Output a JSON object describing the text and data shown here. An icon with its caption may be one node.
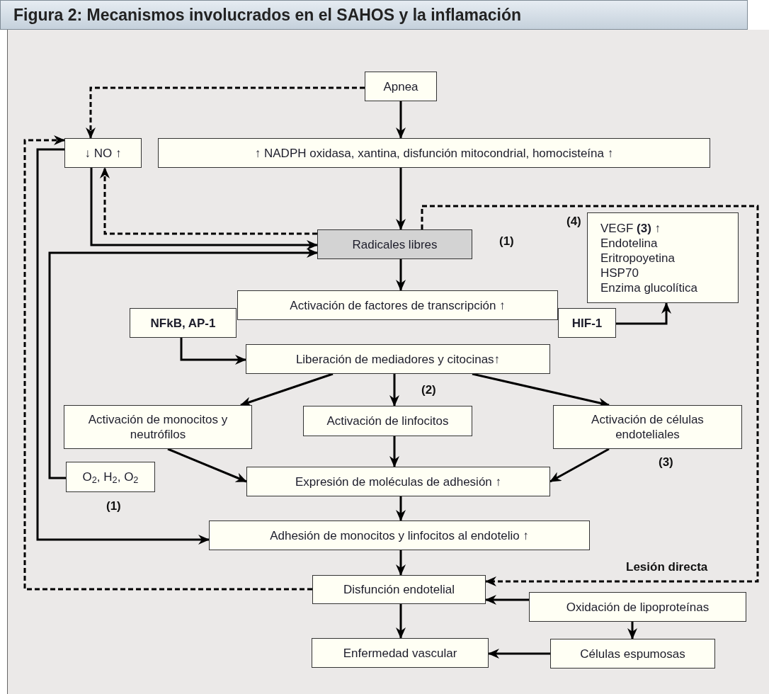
{
  "diagram": {
    "title": "Figura 2: Mecanismos involucrados en el SAHOS y la inflamación",
    "nodes": [
      {
        "text": [
          "Apnea"
        ]
      },
      {
        "text": [
          "↓ NO ↑"
        ]
      },
      {
        "text": [
          "↑ NADPH oxidasa, xantina, disfunción mitocondrial, homocisteína ↑"
        ]
      },
      {
        "text": [
          "Radicales libres"
        ]
      },
      {
        "text": [
          "VEGF **(3)** ↑",
          "Endotelina",
          "Eritropoyetina",
          "HSP70",
          "Enzima glucolítica"
        ]
      },
      {
        "text": [
          "Activación de factores de transcripción ↑"
        ]
      },
      {
        "text": [
          "NFkB, AP-1"
        ]
      },
      {
        "text": [
          "HIF-1"
        ]
      },
      {
        "text": [
          "Liberación de mediadores y citocinas↑"
        ]
      },
      {
        "text": [
          "Activación de monocitos y neutrófilos"
        ]
      },
      {
        "text": [
          "Activación de linfocitos"
        ]
      },
      {
        "text": [
          "Activación de células endoteliales"
        ],
        "beside": [
          "(3)"
        ]
      },
      {
        "text": [
          "O$_{2}$, H$_{2}$, O$_{2}$"
        ],
        "beside": [
          "(1)"
        ]
      },
      {
        "text": [
          "Expresión de moléculas de adhesión ↑"
        ]
      },
      {
        "text": [
          "Adhesión de monocitos y linfocitos al endotelio ↑"
        ]
      },
      {
        "text": [
          "Disfunción endotelial"
        ]
      },
      {
        "text": [
          "Oxidación de lipoproteínas"
        ]
      },
      {
        "text": [
          "Enfermedad vascular"
        ]
      },
      {
        "text": [
          "Células espumosas"
        ]
      }
    ],
    "edges": [
      {
        "from": 0,
        "to": 1,
        "arrow": "to",
        "style": "dashed"
      },
      {
        "from": 0,
        "to": 2,
        "arrow": "to"
      },
      {
        "from": 2,
        "to": 3,
        "arrow": "to"
      },
      {
        "from": 3,
        "to": 1,
        "arrow": "to",
        "style": "dashed"
      },
      {
        "from": 1,
        "to": 3,
        "arrow": "to"
      },
      {
        "from": 12,
        "to": 3,
        "arrow": "to"
      },
      {
        "from": 1,
        "to": 14,
        "arrow": "to"
      },
      {
        "from": 15,
        "to": 1,
        "arrow": "to",
        "style": "dashed"
      },
      {
        "from": 3,
        "to": 5,
        "arrow": "to"
      },
      {
        "from": 6,
        "to": 8,
        "arrow": "to"
      },
      {
        "from": 7,
        "to": 4,
        "arrow": "to"
      },
      {
        "from": 8,
        "to": 9,
        "arrow": "to"
      },
      {
        "from": 8,
        "to": 10,
        "arrow": "to"
      },
      {
        "from": 8,
        "to": 11,
        "arrow": "to"
      },
      {
        "from": 9,
        "to": 13,
        "arrow": "to"
      },
      {
        "from": 10,
        "to": 13,
        "arrow": "to"
      },
      {
        "from": 11,
        "to": 13,
        "arrow": "to"
      },
      {
        "from": 13,
        "to": 14,
        "arrow": "to"
      },
      {
        "from": 14,
        "to": 15,
        "arrow": "to"
      },
      {
        "from": 3,
        "to": 15,
        "arrow": "to",
        "style": "dashed",
        "label": "Lesión directa"
      },
      {
        "from": 16,
        "to": 15,
        "arrow": "to"
      },
      {
        "from": 16,
        "to": 18,
        "arrow": "to"
      },
      {
        "from": 15,
        "to": 17,
        "arrow": "to"
      },
      {
        "from": 18,
        "to": 17,
        "arrow": "to"
      }
    ],
    "labels": [
      "(1)",
      "(4)",
      "(2)"
    ]
  }
}
